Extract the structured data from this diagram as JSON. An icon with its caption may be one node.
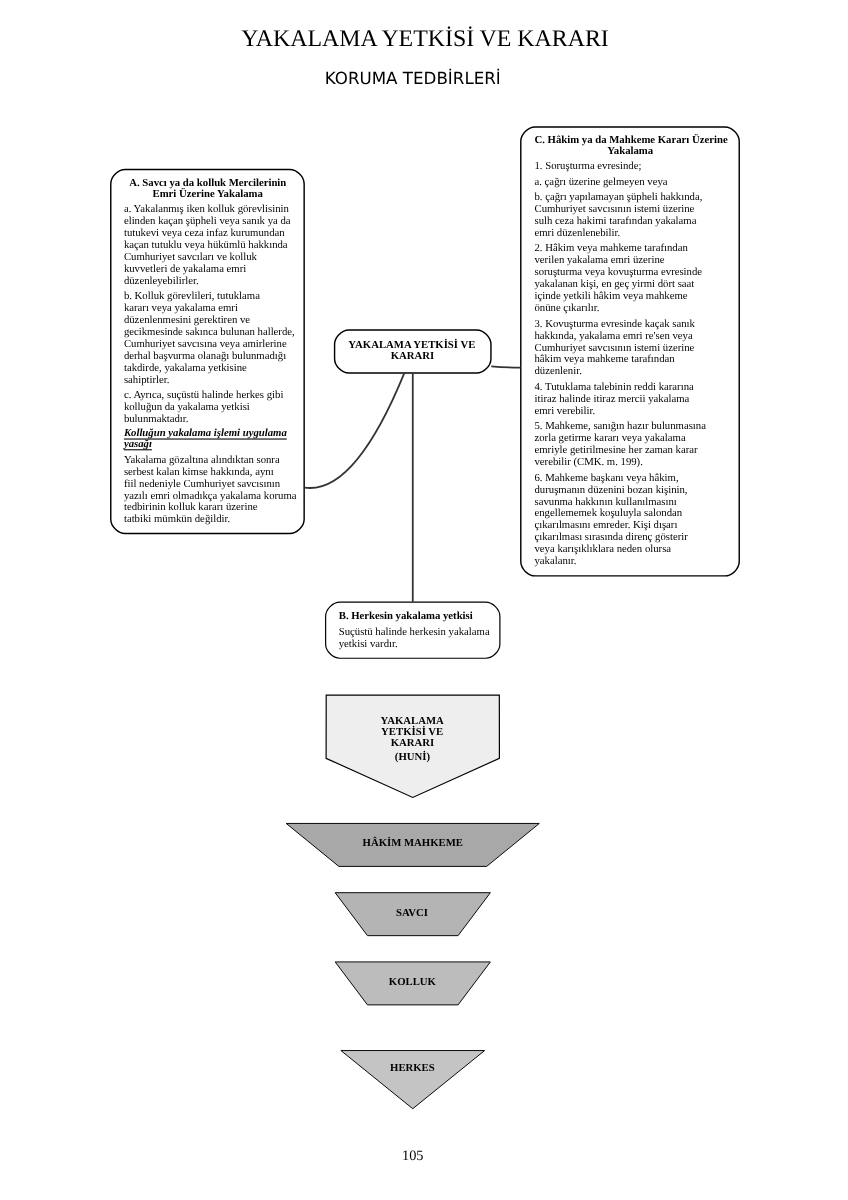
{
  "diagram": {
    "title": "YAKALAMA YETKİSİ VE KARARI",
    "nodes": [
      {
        "text": [
          "YAKALAMA YETKİSİ VE KARARI"
        ]
      },
      {
        "text": [
          "A. Savcı ya da kolluk Mercilerinin Emri Üzerine Yakalama",
          "a. Yakalanmış iken kolluk görevlisinin elinden kaçan şüpheli veya sanık ya da tutukevi veya ceza infaz kurumundan kaçan tutuklu veya hükümlü hakkında Cumhuriyet savcıları ve kolluk kuvvetleri de yakalama emri düzenleyebilirler.",
          "b. Kolluk görevlileri, tutuklama kararı veya yakalama emri düzenlenmesini gerektiren ve gecikmesinde sakınca bulunan hallerde, Cumhuriyet savcısına veya amirlerine derhal başvurma olanağı bulunmadığı takdirde, yakalama yetkisine sahiptirler.",
          "c. Ayrıca, suçüstü halinde herkes gibi kolluğun da yakalama yetkisi bulunmaktadır.",
          "Kolluğun yakalama işlemi uygulama yasağı",
          "Yakalama gözaltına alındıktan sonra serbest kalan kimse hakkında, aynı fiil nedeniyle Cumhuriyet savcısının yazılı emri olmadıkça yakalama koruma tedbirinin kolluk kararı üzerine tatbiki mümkün değildir."
        ]
      },
      {
        "text": [
          "B. Herkesin yakalama yetkisi",
          "Suçüstü halinde herkesin yakalama yetkisi vardır."
        ]
      },
      {
        "text": [
          "C. Hâkim ya da Mahkeme Kararı Üzerine Yakalama",
          "1. Soruşturma evresinde;",
          "a. çağrı üzerine gelmeyen veya",
          "b. çağrı yapılamayan şüpheli hakkında, Cumhuriyet savcısının istemi üzerine sulh ceza hakimi tarafından yakalama emri düzenlenebilir.",
          "2. Hâkim veya mahkeme tarafından verilen yakalama emri üzerine soruşturma veya kovuşturma evresinde yakalanan kişi, en geç yirmi dört saat içinde yetkili hâkim veya mahkeme önüne çıkarılır.",
          "3. Kovuşturma evresinde kaçak sanık hakkında, yakalama emri re'sen veya Cumhuriyet savcısının istemi üzerine hâkim veya mahkeme tarafından düzenlenir.",
          "4. Tutuklama talebinin reddi kararına itiraz halinde itiraz mercii yakalama emri verebilir.",
          "5. Mahkeme, sanığın hazır bulunmasına zorla getirme kararı veya yakalama emriyle getirilmesine her zaman karar verebilir (CMK. m. 199).",
          "6. Mahkeme başkanı veya hâkim, duruşmanın düzenini bozan kişinin, savunma hakkının kullanılmasını engellememek koşuluyla salondan çıkarılmasını emreder. Kişi dışarı çıkarılması sırasında direnç gösterir veya karışıklıklara neden olursa yakalanır."
        ]
      },
      {
        "text": [
          "YAKALAMA YETKİSİ VE KARARI",
          "(HUNİ)"
        ]
      },
      {
        "text": [
          "HÂKİM MAHKEME"
        ]
      },
      {
        "text": [
          "SAVCI"
        ]
      },
      {
        "text": [
          "KOLLUK"
        ]
      },
      {
        "text": [
          "HERKES"
        ]
      }
    ],
    "edges": [
      {
        "from": 0,
        "to": 1,
        "arrow": "none"
      },
      {
        "from": 0,
        "to": 3,
        "arrow": "none"
      },
      {
        "from": 0,
        "to": 2,
        "arrow": "none"
      }
    ],
    "labels": [
      "KORUMA TEDBİRLERİ",
      "105"
    ]
  }
}
